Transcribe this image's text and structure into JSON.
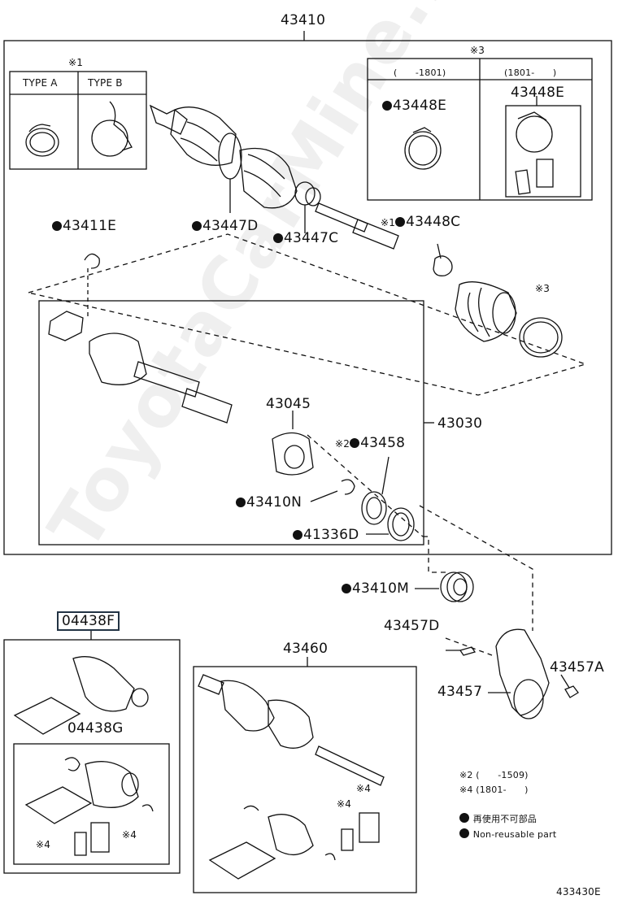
{
  "watermark": "ToyotaCarMine.ru",
  "parts": {
    "p43410": "43410",
    "p43411E": "43411E",
    "p43447D": "43447D",
    "p43447C": "43447C",
    "p43448C": "43448C",
    "p43448E_left": "43448E",
    "p43448E_right": "43448E",
    "p43045": "43045",
    "p43030": "43030",
    "p43458": "43458",
    "p43410N": "43410N",
    "p41336D": "41336D",
    "p43410M": "43410M",
    "p43457D": "43457D",
    "p43457A": "43457A",
    "p43457": "43457",
    "p04438F": "04438F",
    "p04438G": "04438G",
    "p43460": "43460",
    "figure_code": "433430E"
  },
  "marks": {
    "m1_table": "※1",
    "m3_table": "※3",
    "m1_43448C": "※1",
    "m3_boot": "※3",
    "m2_43458": "※2",
    "m4_a": "※4",
    "m4_b": "※4",
    "m4_c": "※4",
    "m4_d": "※4"
  },
  "type_table": {
    "type_a": "TYPE A",
    "type_b": "TYPE B"
  },
  "date_table": {
    "col1": "(　　-1801)",
    "col2": "(1801-　　)"
  },
  "legend": {
    "note2": "※2 (　　-1509)",
    "note4": "※4 (1801-　　)",
    "nonreuse_jp": "再使用不可部品",
    "nonreuse_en": "Non-reusable part"
  },
  "colors": {
    "line": "#111111",
    "highlight_border": "#223344"
  }
}
